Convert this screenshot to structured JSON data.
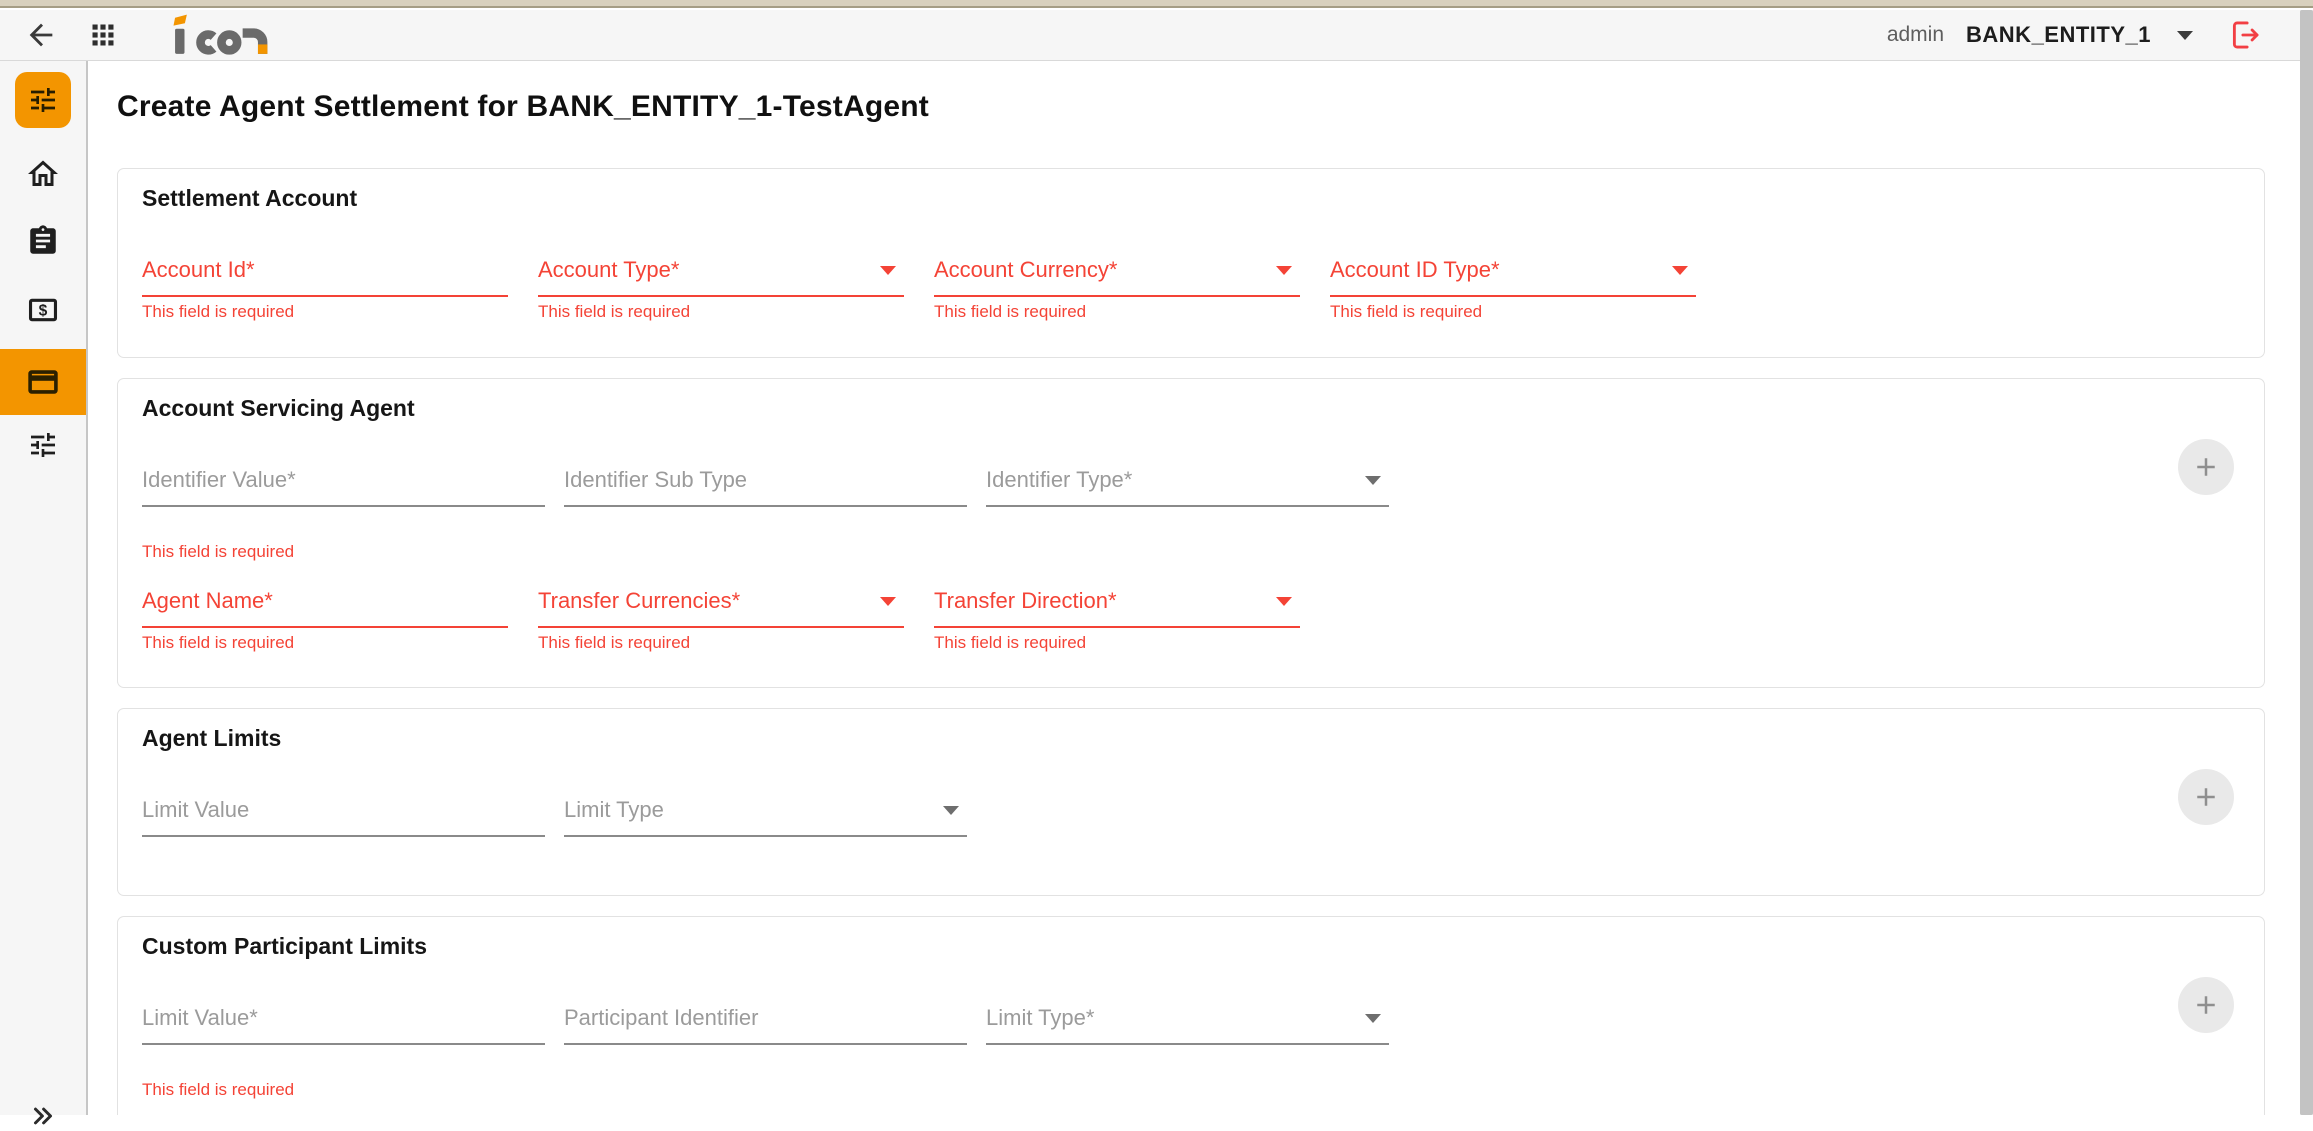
{
  "header": {
    "logo_text": "icon",
    "admin_label": "admin",
    "entity_name": "BANK_ENTITY_1"
  },
  "page": {
    "title": "Create Agent Settlement for BANK_ENTITY_1-TestAgent"
  },
  "sections": [
    {
      "title": "Settlement Account",
      "has_add_button": false,
      "rows": [
        {
          "layout": "narrow",
          "fields": [
            {
              "label": "Account Id*",
              "type": "text",
              "state": "error",
              "error": "This field is required"
            },
            {
              "label": "Account Type*",
              "type": "select",
              "state": "error",
              "error": "This field is required"
            },
            {
              "label": "Account Currency*",
              "type": "select",
              "state": "error",
              "error": "This field is required"
            },
            {
              "label": "Account ID Type*",
              "type": "select",
              "state": "error",
              "error": "This field is required"
            }
          ]
        }
      ]
    },
    {
      "title": "Account Servicing Agent",
      "has_add_button": true,
      "rows": [
        {
          "layout": "wide",
          "fields": [
            {
              "label": "Identifier Value*",
              "type": "text",
              "state": "normal",
              "error": "This field is required",
              "error_spaced": true
            },
            {
              "label": "Identifier Sub Type",
              "type": "text",
              "state": "normal"
            },
            {
              "label": "Identifier Type*",
              "type": "select",
              "state": "normal"
            }
          ]
        },
        {
          "layout": "narrow",
          "fields": [
            {
              "label": "Agent Name*",
              "type": "text",
              "state": "error",
              "error": "This field is required"
            },
            {
              "label": "Transfer Currencies*",
              "type": "select",
              "state": "error",
              "error": "This field is required"
            },
            {
              "label": "Transfer Direction*",
              "type": "select",
              "state": "error",
              "error": "This field is required"
            }
          ]
        }
      ]
    },
    {
      "title": "Agent Limits",
      "has_add_button": true,
      "rows": [
        {
          "layout": "wide",
          "fields": [
            {
              "label": "Limit Value",
              "type": "text",
              "state": "normal"
            },
            {
              "label": "Limit Type",
              "type": "select",
              "state": "normal"
            }
          ]
        }
      ]
    },
    {
      "title": "Custom Participant Limits",
      "has_add_button": true,
      "rows": [
        {
          "layout": "wide",
          "fields": [
            {
              "label": "Limit Value*",
              "type": "text",
              "state": "normal",
              "error": "This field is required",
              "error_spaced": true
            },
            {
              "label": "Participant Identifier",
              "type": "text",
              "state": "normal"
            },
            {
              "label": "Limit Type*",
              "type": "select",
              "state": "normal"
            }
          ]
        }
      ]
    }
  ],
  "icons": {
    "back-icon": "←",
    "apps-grid-icon": "☷ 3x3 dot grid",
    "entity-caret-icon": "▾",
    "logout-icon": "[→",
    "settings-sliders-icon": "tune sliders",
    "home-icon": "⌂",
    "clipboard-icon": "assignment clipboard",
    "banknote-icon": "$ banknote",
    "credit-card-icon": "credit card",
    "tune-icon": "tune sliders",
    "expand-sidebar-icon": "»",
    "dropdown-caret-icon": "▾",
    "add-icon": "+"
  },
  "colors": {
    "accent_orange": "#F39500",
    "error_red": "#F44336",
    "logo_gray": "#6A6A6A",
    "header_bg": "#F6F6F6",
    "top_strip_tan": "#D8D0BD",
    "label_gray": "#9B9B9B",
    "underline_gray": "#8A8A8A"
  }
}
